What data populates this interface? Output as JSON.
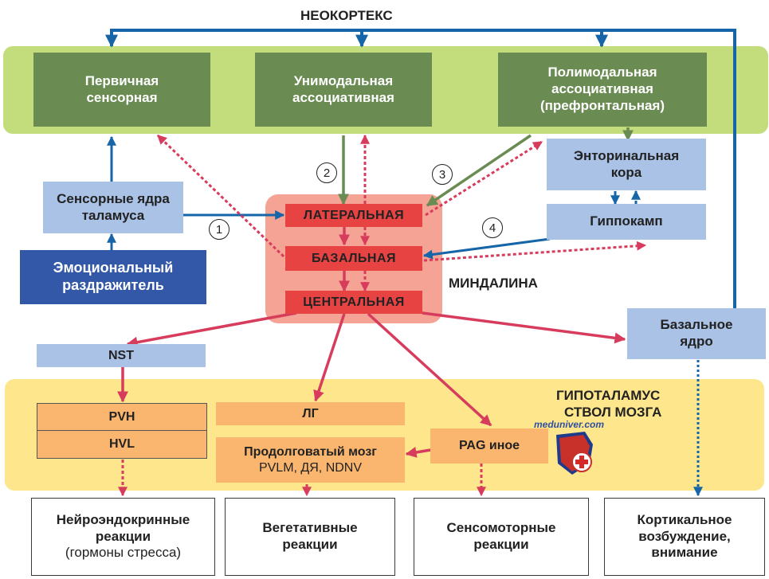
{
  "title": "НЕОКОРТЕКС",
  "cortex": {
    "primary": "Первичная сенсорная",
    "unimodal": "Унимодальная ассоциативная",
    "polymodal_1": "Полимодальная",
    "polymodal_2": "ассоциативная",
    "polymodal_3": "(префронтальная)"
  },
  "thalamus": "Сенсорные ядра таламуса",
  "stimulus": "Эмоциональный раздражитель",
  "entorhinal": "Энторинальная кора",
  "hippocampus": "Гиппокамп",
  "amygdala": {
    "label": "МИНДАЛИНА",
    "lateral": "ЛАТЕРАЛЬНАЯ",
    "basal": "БАЗАЛЬНАЯ",
    "central": "ЦЕНТРАЛЬНАЯ"
  },
  "pathways": [
    "1",
    "2",
    "3",
    "4"
  ],
  "nst": "NST",
  "basal_nucleus": "Базальное ядро",
  "hypothalamus_label_1": "ГИПОТАЛАМУС",
  "hypothalamus_label_2": "СТВОЛ МОЗГА",
  "pvh": "PVH",
  "hvl": "HVL",
  "lg": "ЛГ",
  "medulla_1": "Продолговатый мозг",
  "medulla_2": "PVLM, ДЯ, NDNV",
  "pag": "PAG иное",
  "watermark": "meduniver.com",
  "outputs": {
    "neuroendocrine_1": "Нейроэндокринные",
    "neuroendocrine_2": "реакции",
    "neuroendocrine_3": "(гормоны стресса)",
    "vegetative": "Вегетативные реакции",
    "sensomotor": "Сенсомоторные реакции",
    "cortical": "Кортикальное возбуждение, внимание"
  },
  "colors": {
    "blue_arrow": "#1565a8",
    "green_arrow": "#6a8b52",
    "red_arrow": "#d73c5c"
  }
}
